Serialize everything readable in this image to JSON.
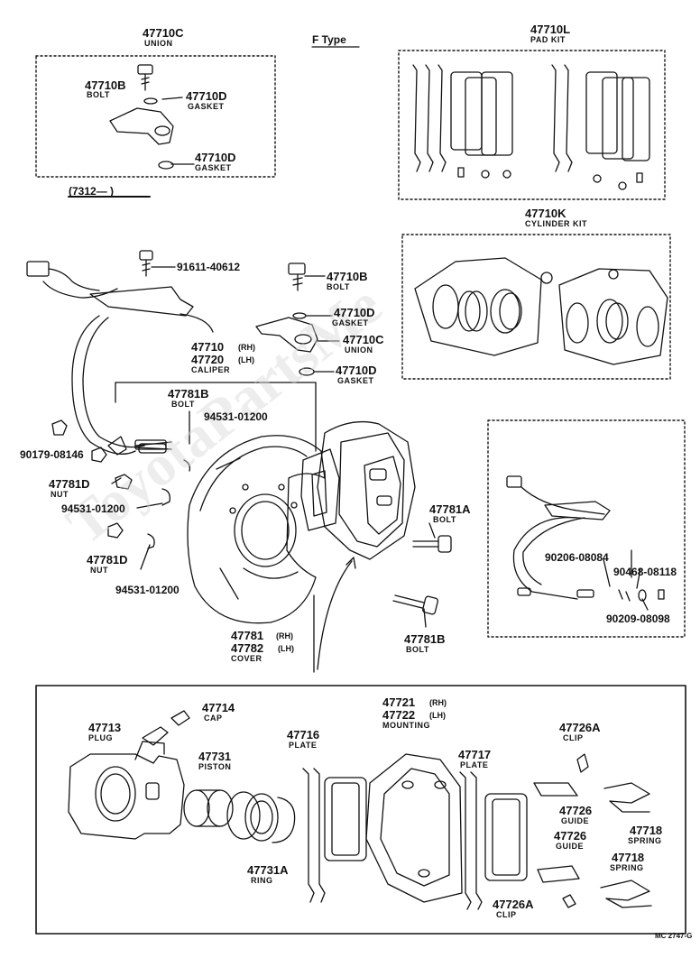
{
  "title": "F Type",
  "ref_code": "MC 2747-G",
  "watermark": "ToyotaPartsMe",
  "labels": {
    "union_top_pn": "47710C",
    "union_top_nm": "UNION",
    "bolt_top_pn": "47710B",
    "bolt_top_nm": "BOLT",
    "gasket_top1_pn": "47710D",
    "gasket_top1_nm": "GASKET",
    "gasket_top2_pn": "47710D",
    "gasket_top2_nm": "GASKET",
    "date_note": "(7312—      )",
    "padkit_pn": "47710L",
    "padkit_nm": "PAD KIT",
    "cylkit_pn": "47710K",
    "cylkit_nm": "CYLINDER KIT",
    "bolt91611": "91611-40612",
    "bolt_mid_pn": "47710B",
    "bolt_mid_nm": "BOLT",
    "gasket_mid1_pn": "47710D",
    "gasket_mid1_nm": "GASKET",
    "union_mid_pn": "47710C",
    "union_mid_nm": "UNION",
    "gasket_mid2_pn": "47710D",
    "gasket_mid2_nm": "GASKET",
    "caliper_pn1": "47710",
    "caliper_rh": "(RH)",
    "caliper_pn2": "47720",
    "caliper_lh": "(LH)",
    "caliper_nm": "CALIPER",
    "bolt781b_pn": "47781B",
    "bolt781b_nm": "BOLT",
    "p94531_a": "94531-01200",
    "p90179": "90179-08146",
    "nut781d1_pn": "47781D",
    "nut781d1_nm": "NUT",
    "p94531_b": "94531-01200",
    "nut781d2_pn": "47781D",
    "nut781d2_nm": "NUT",
    "p94531_c": "94531-01200",
    "bolt781a_pn": "47781A",
    "bolt781a_nm": "BOLT",
    "p90206": "90206-08084",
    "p90468": "90468-08118",
    "p90209": "90209-08098",
    "cover_pn1": "47781",
    "cover_rh": "(RH)",
    "cover_pn2": "47782",
    "cover_lh": "(LH)",
    "cover_nm": "COVER",
    "bolt781b2_pn": "47781B",
    "bolt781b2_nm": "BOLT",
    "plug_pn": "47713",
    "plug_nm": "PLUG",
    "cap_pn": "47714",
    "cap_nm": "CAP",
    "piston_pn": "47731",
    "piston_nm": "PISTON",
    "plate1_pn": "47716",
    "plate1_nm": "PLATE",
    "mount_pn1": "47721",
    "mount_rh": "(RH)",
    "mount_pn2": "47722",
    "mount_lh": "(LH)",
    "mount_nm": "MOUNTING",
    "plate2_pn": "47717",
    "plate2_nm": "PLATE",
    "clip1_pn": "47726A",
    "clip1_nm": "CLIP",
    "guide1_pn": "47726",
    "guide1_nm": "GUIDE",
    "spring1_pn": "47718",
    "spring1_nm": "SPRING",
    "guide2_pn": "47726",
    "guide2_nm": "GUIDE",
    "spring2_pn": "47718",
    "spring2_nm": "SPRING",
    "ring_pn": "47731A",
    "ring_nm": "RING",
    "clip2_pn": "47726A",
    "clip2_nm": "CLIP"
  }
}
